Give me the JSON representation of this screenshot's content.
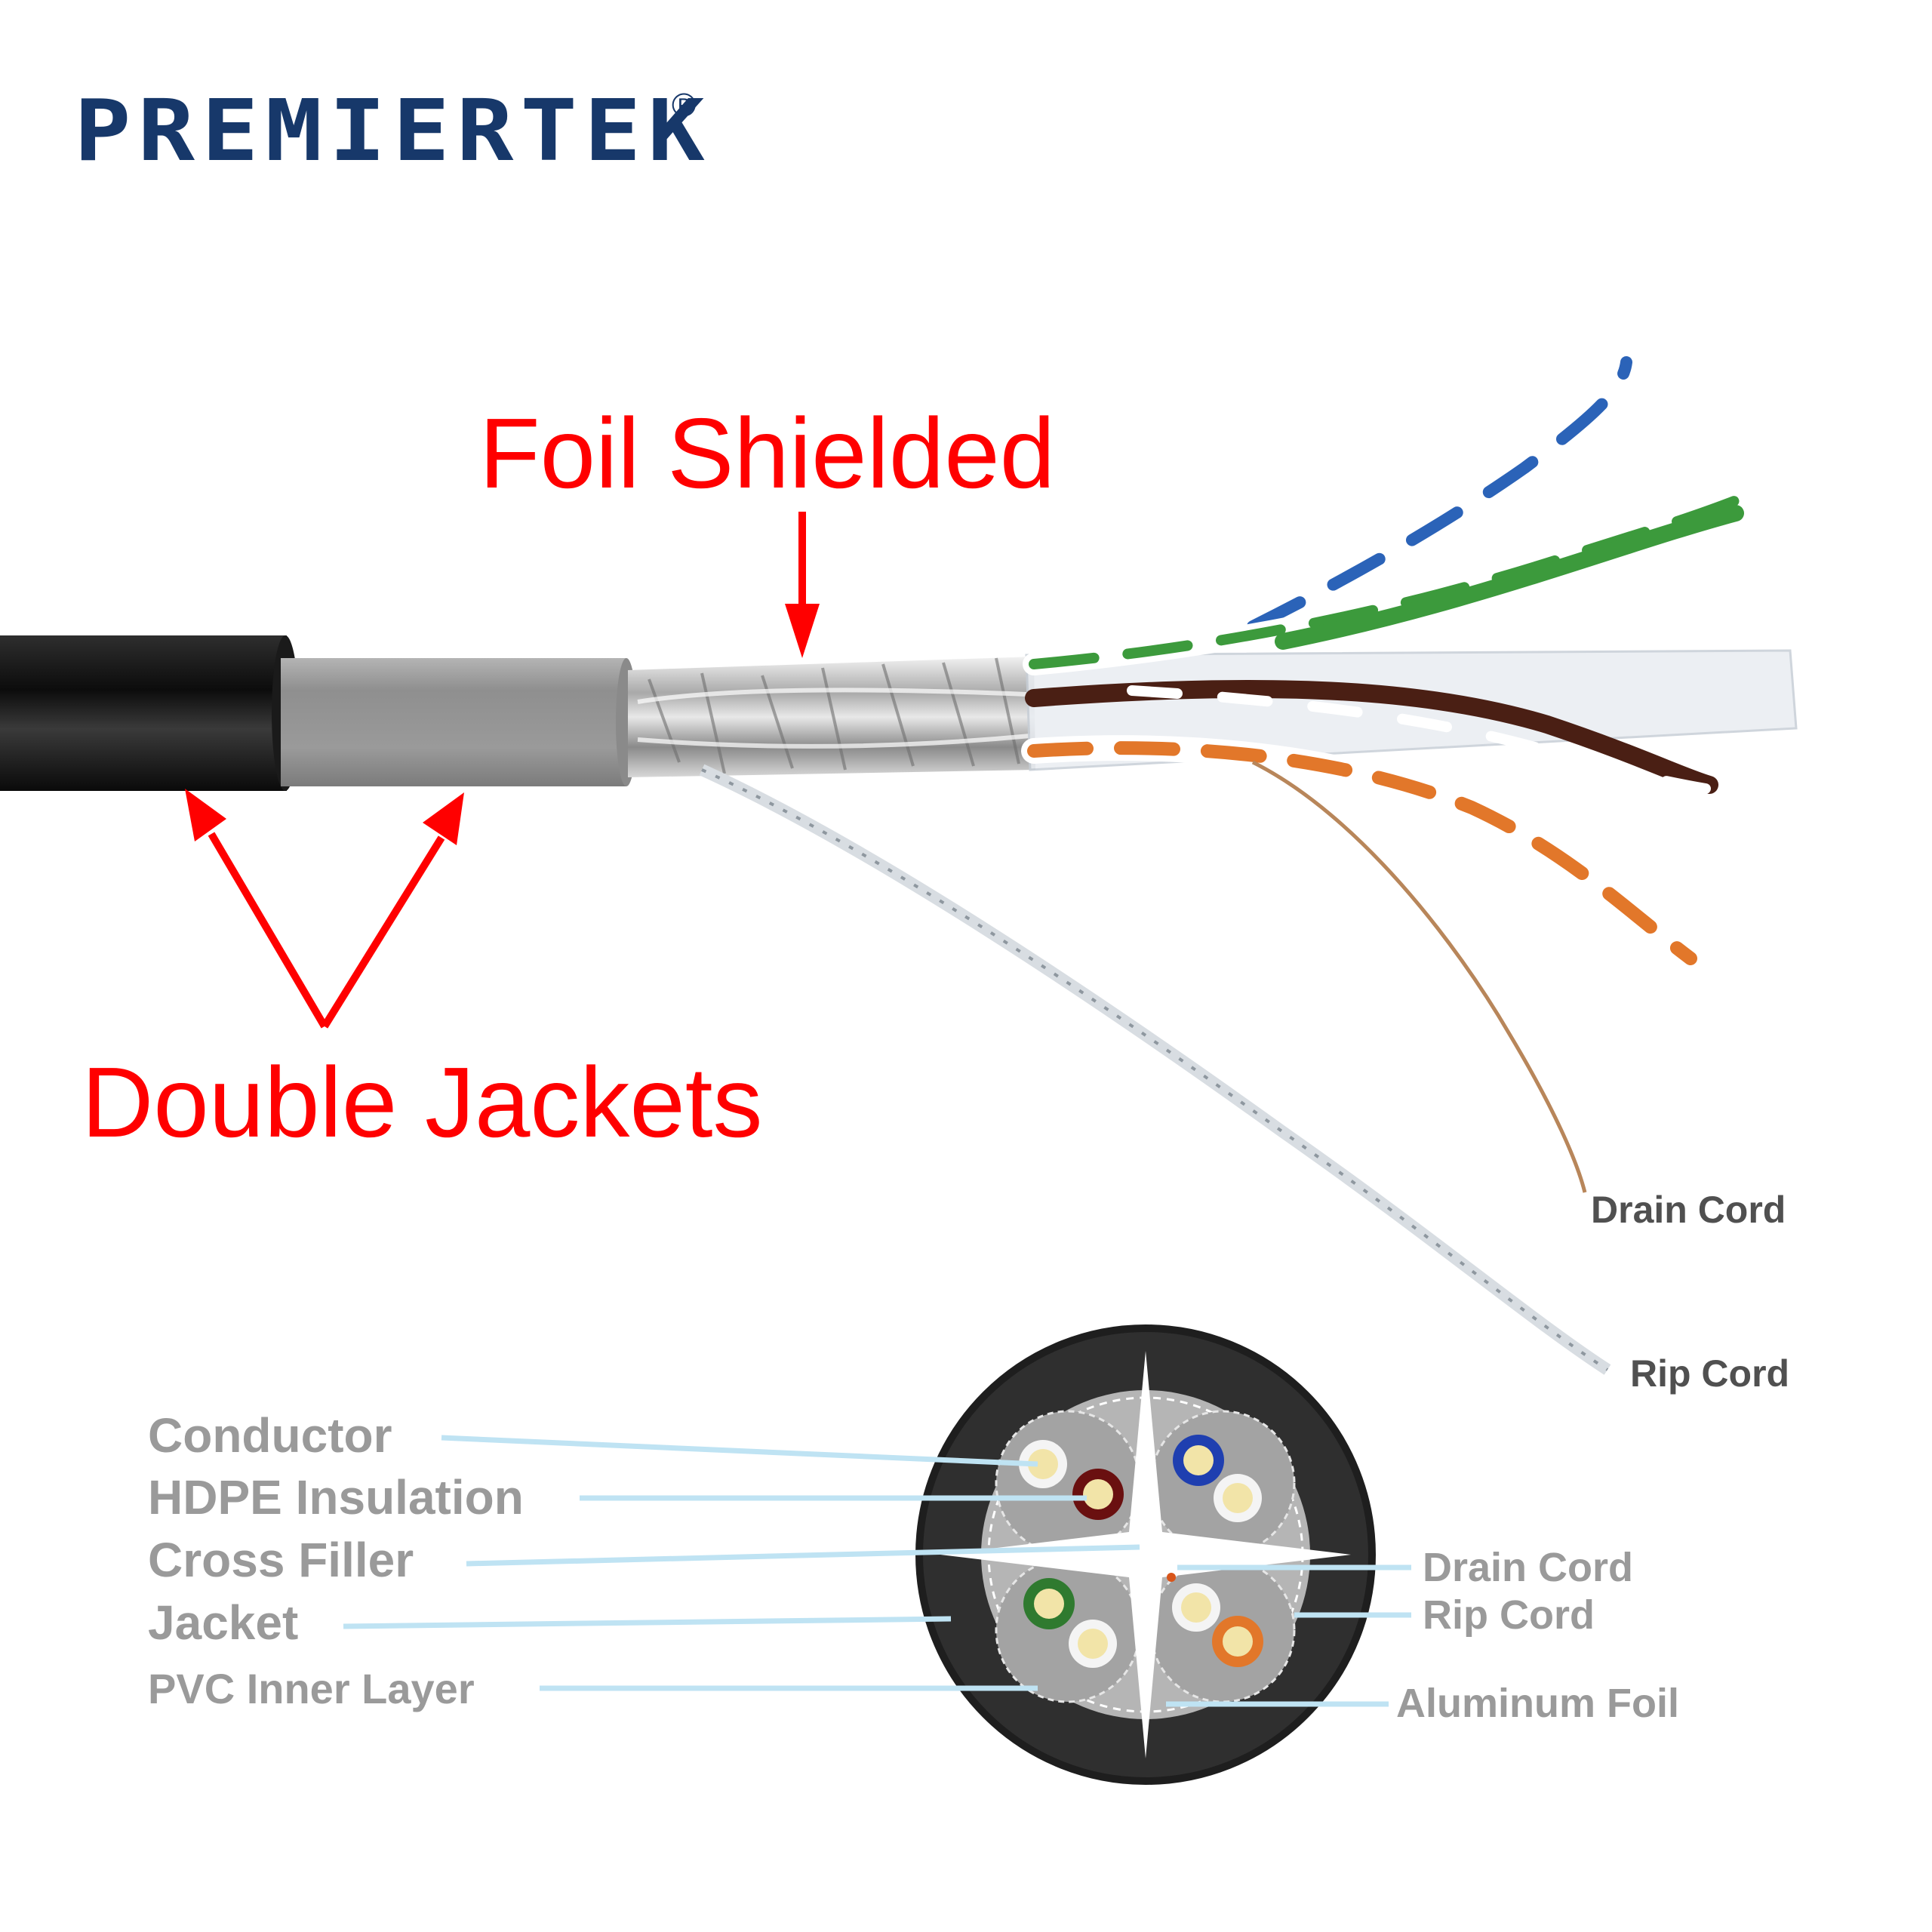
{
  "brand": {
    "name": "PREMIERTEK",
    "registered": "®",
    "color": "#17386a"
  },
  "callouts": {
    "foil_shielded": "Foil Shielded",
    "double_jackets": "Double Jackets",
    "color": "#ff0000"
  },
  "cable_labels": {
    "drain_cord": "Drain Cord",
    "rip_cord": "Rip Cord"
  },
  "cross_section": {
    "left_labels": [
      "Conductor",
      "HDPE Insulation",
      "Cross Filler",
      "Jacket",
      "PVC Inner Layer"
    ],
    "right_labels": [
      "Drain Cord",
      "Rip Cord",
      "Aluminum Foil"
    ],
    "leader_color": "#bfe3f3"
  },
  "wire_colors": {
    "blue": "#2b63b8",
    "green": "#3c9a3c",
    "brown": "#4a1f14",
    "orange": "#e2772a",
    "outer_jacket": "#141414",
    "inner_jacket": "#8e8e8e"
  }
}
